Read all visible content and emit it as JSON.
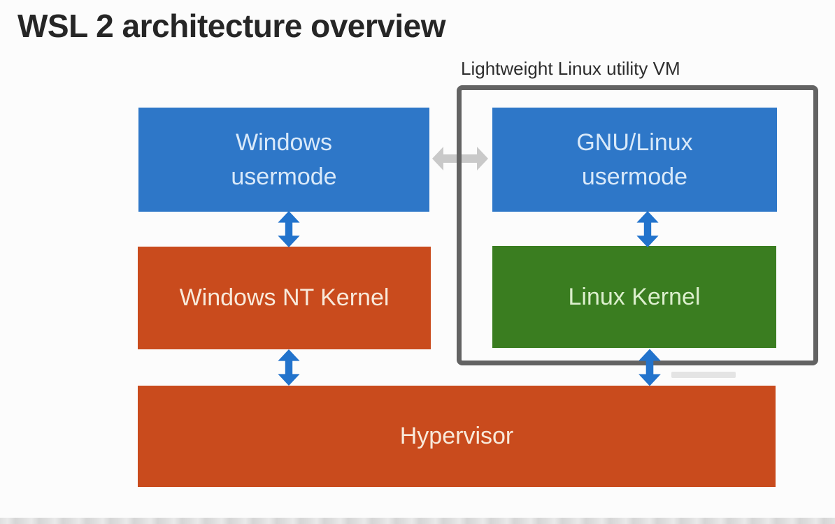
{
  "diagram": {
    "title": "WSL 2 architecture overview",
    "vm_label": "Lightweight Linux utility VM",
    "boxes": {
      "windows_usermode": {
        "label": "Windows\nusermode"
      },
      "gnu_linux_usermode": {
        "label": "GNU/Linux\nusermode"
      },
      "windows_nt_kernel": {
        "label": "Windows NT Kernel"
      },
      "linux_kernel": {
        "label": "Linux Kernel"
      },
      "hypervisor": {
        "label": "Hypervisor"
      }
    },
    "connectors": {
      "usermode_link": "bidirectional-horizontal-arrow",
      "windows_usermode_to_nt_kernel": "bidirectional-vertical-arrow",
      "nt_kernel_to_hypervisor": "bidirectional-vertical-arrow",
      "gnu_linux_usermode_to_linux_kernel": "bidirectional-vertical-arrow",
      "linux_kernel_to_hypervisor": "bidirectional-vertical-arrow"
    }
  },
  "colors": {
    "background": "#fcfcfc",
    "box_blue": "#2e77c8",
    "box_orange": "#c94b1d",
    "box_green": "#3a7d20",
    "vm_border": "#636363",
    "arrow_blue": "#2273cc",
    "arrow_gray": "#c9c9c9",
    "title_text": "#262626",
    "label_text": "#2d2d2d",
    "box_text_blue": "#d9e9f9",
    "box_text_orange": "#f8e9da",
    "box_text_green": "#dcefcd",
    "footer_band": "#d9d9d9",
    "artifact": "#e4e4e4"
  }
}
